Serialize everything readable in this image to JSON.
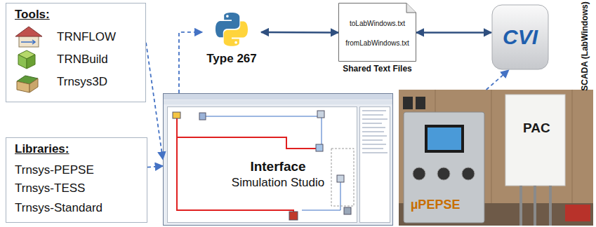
{
  "diagram": {
    "nodes": [
      {
        "text": [
          "Tools:",
          "TRNFLOW",
          "TRNBuild",
          "Trnsys3D"
        ]
      },
      {
        "text": [
          "Type 267"
        ]
      },
      {
        "text": [
          "toLabWindows.txt",
          "fromLabWindows.txt",
          "Shared Text Files"
        ]
      },
      {
        "text": [
          "CVI"
        ]
      },
      {
        "text": [
          "Libraries:",
          "Trnsys-PEPSE",
          "Trnsys-TESS",
          "Trnsys-Standard"
        ]
      },
      {
        "text": [
          "Interface",
          "Simulation Studio"
        ]
      },
      {
        "text": [
          "PAC",
          "µPEPSE"
        ]
      }
    ],
    "edges": [
      {
        "from": 1,
        "to": 2,
        "arrow": "both"
      },
      {
        "from": 2,
        "to": 3,
        "arrow": "both"
      },
      {
        "from": 0,
        "to": 5,
        "arrow": "to"
      },
      {
        "from": 4,
        "to": 5,
        "arrow": "to"
      },
      {
        "from": 5,
        "to": 1,
        "arrow": "to"
      },
      {
        "from": 6,
        "to": 3,
        "arrow": "to"
      }
    ],
    "labels": [
      "SCADA (LabWindows)"
    ]
  }
}
